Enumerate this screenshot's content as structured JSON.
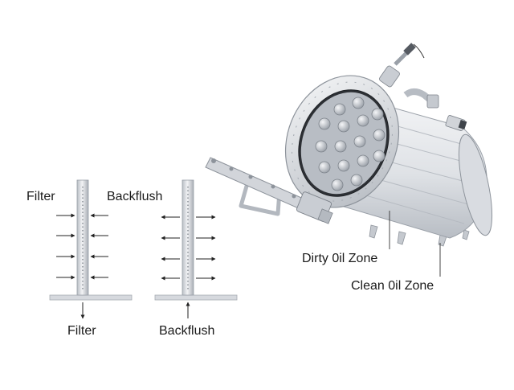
{
  "labels": {
    "filter_top": "Filter",
    "backflush_top": "Backflush",
    "filter_bottom": "Filter",
    "backflush_bottom": "Backflush",
    "dirty_oil_zone": "Dirty 0il Zone",
    "clean_oil_zone": "Clean 0il Zone"
  },
  "colors": {
    "metal_light": "#eef0f3",
    "metal_mid": "#c9cdd3",
    "metal_dark": "#8d939b",
    "arrow": "#222222"
  }
}
